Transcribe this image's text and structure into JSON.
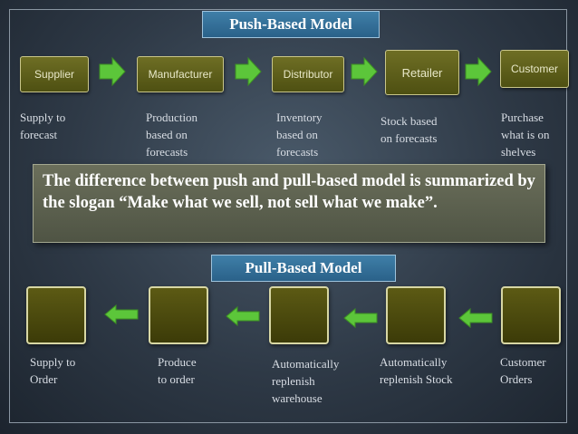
{
  "push": {
    "title": "Push-Based Model",
    "stages": [
      {
        "label": "Supplier",
        "caption": "Supply to\nforecast"
      },
      {
        "label": "Manufacturer",
        "caption": "Production\nbased on\nforecasts"
      },
      {
        "label": "Distributor",
        "caption": "Inventory\nbased on\nforecasts"
      },
      {
        "label": "Retailer",
        "caption": "Stock based\non forecasts"
      },
      {
        "label": "Customer",
        "caption": "Purchase\nwhat is on\nshelves"
      }
    ]
  },
  "slogan": "The difference between push and pull-based model is summarized by the slogan “Make what we sell, not sell what we make”.",
  "pull": {
    "title": "Pull-Based Model",
    "stages": [
      {
        "caption": "Supply to\nOrder"
      },
      {
        "caption": "Produce\nto order"
      },
      {
        "caption": "Automatically\nreplenish\nwarehouse"
      },
      {
        "caption": "Automatically\nreplenish Stock"
      },
      {
        "caption": "Customer\nOrders"
      }
    ]
  },
  "colors": {
    "arrow_green": "#5cc63a",
    "title_blue": "#2f6d97",
    "stage_olive": "#5e6018"
  }
}
